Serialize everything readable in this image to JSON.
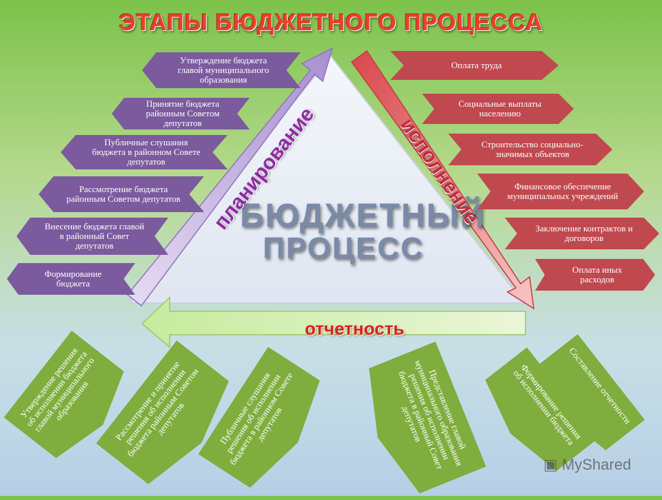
{
  "title": "ЭТАПЫ БЮДЖЕТНОГО ПРОЦЕССА",
  "center": {
    "line1": "БЮДЖЕТНЫЙ",
    "line2": "ПРОЦЕСС"
  },
  "arrows": {
    "planning": "планирование",
    "execution": "исполнение",
    "reporting": "отчетность"
  },
  "planning_steps": [
    "Утверждение бюджета главой муниципального образования",
    "Принятие бюджета районным Советом депутатов",
    "Публичные слушания бюджета в районном Совете депутатов",
    "Рассмотрение бюджета районным Советом депутатов",
    "Внесение бюджета главой в районный Совет депутатов",
    "Формирование бюджета"
  ],
  "execution_steps": [
    "Оплата труда",
    "Социальные выплаты населению",
    "Строительство социально-значимых объектов",
    "Финансовое обеспечение муниципальных учреждений",
    "Заключение контрактов и договоров",
    "Оплата иных расходов"
  ],
  "reporting_steps": [
    "Утверждение решения об исполнении бюджета главой муниципального образования",
    "Рассмотрение и принятие решения об исполнении бюджета районным Советом депутатов",
    "Публичные слушания решения об исполнении бюджета в районном Совете депутатов",
    "Представление главой муниципального образования решения об исполнении бюджета в районный Совет депутатов",
    "Формирование решения об исполнении бюджета",
    "Составление отчетности"
  ],
  "watermark": "MyShared",
  "colors": {
    "planning": "#7b5a9e",
    "execution": "#c0484f",
    "reporting": "#7fad3e",
    "title": "#e8412b"
  }
}
